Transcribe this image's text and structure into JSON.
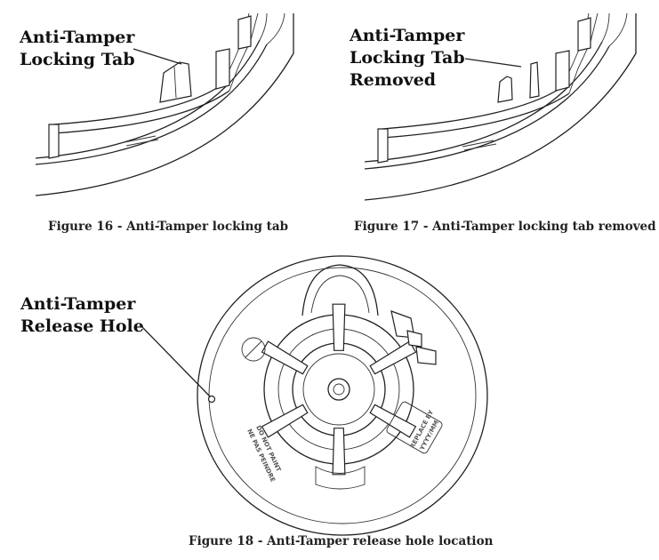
{
  "figures": [
    {
      "callout": [
        "Anti-Tamper",
        "Locking Tab"
      ],
      "caption": "Figure 16 - Anti-Tamper locking tab"
    },
    {
      "callout": [
        "Anti-Tamper",
        "Locking Tab",
        "Removed"
      ],
      "caption": "Figure 17 - Anti-Tamper locking tab removed"
    },
    {
      "callout": [
        "Anti-Tamper",
        "Release Hole"
      ],
      "caption": "Figure 18 - Anti-Tamper release hole location",
      "embossed_text": {
        "do_not_paint_1": "DO NOT PAINT",
        "do_not_paint_2": "NE PAS PEINDRE",
        "replace_by_1": "REPLACE BY",
        "replace_by_2": "YYYY/MM"
      }
    }
  ]
}
